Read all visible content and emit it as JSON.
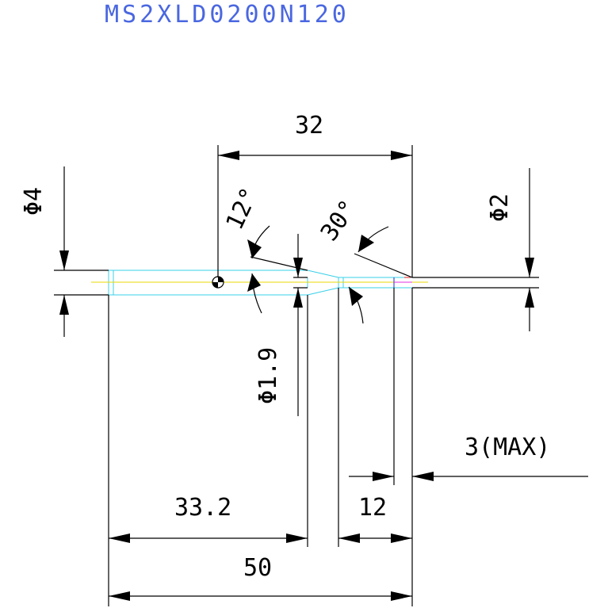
{
  "title": "MS2XLD0200N120",
  "dimensions": {
    "overall_length": "50",
    "shank_length": "33.2",
    "flute_length": "12",
    "neck_length": "32",
    "max_depth": "3(MAX)",
    "shank_diameter": "Φ4",
    "tip_diameter": "Φ2",
    "neck_diameter": "Φ1.9",
    "taper_angle": "12°",
    "tip_angle": "30°"
  },
  "colors": {
    "title": "#4a67e0",
    "dimension": "#000000",
    "outline": "#38d0e8",
    "centerline": "#e8d800"
  }
}
